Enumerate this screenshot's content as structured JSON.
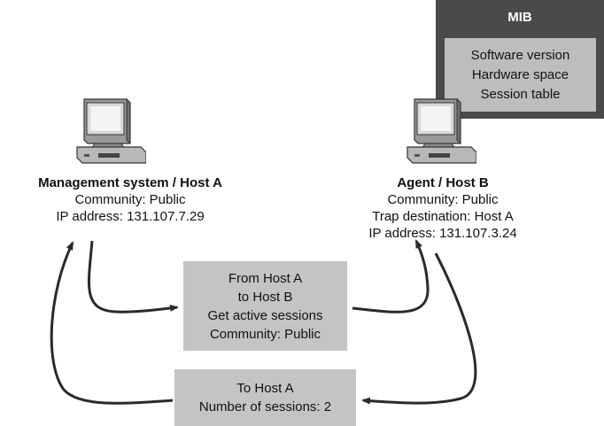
{
  "mib": {
    "title": "MIB",
    "items": [
      "Software version",
      "Hardware space",
      "Session table"
    ]
  },
  "management": {
    "title": "Management system / Host A",
    "community": "Community: Public",
    "ip": "IP address: 131.107.7.29"
  },
  "agent": {
    "title": "Agent / Host B",
    "community": "Community: Public",
    "trap": "Trap destination: Host A",
    "ip": "IP address: 131.107.3.24"
  },
  "request": {
    "lines": [
      "From Host A",
      "to Host B",
      "Get active sessions",
      "Community: Public"
    ]
  },
  "response": {
    "lines": [
      "To Host A",
      "Number of sessions: 2"
    ]
  },
  "colors": {
    "panel": "#4a4a4a",
    "box": "#c4c4c4",
    "arrow": "#2a2a2a"
  }
}
